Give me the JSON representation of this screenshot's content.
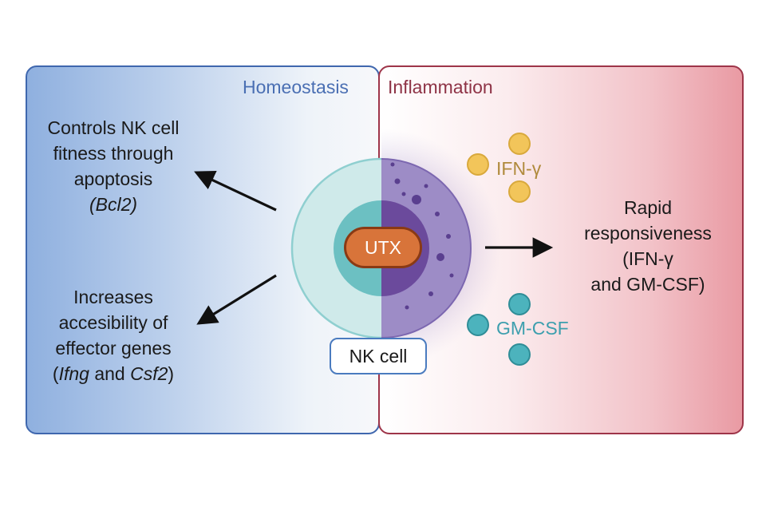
{
  "panels": {
    "homeostasis": "Homeostasis",
    "inflammation": "Inflammation"
  },
  "left_notes": {
    "controls": {
      "line1": "Controls NK cell",
      "line2": "fitness through",
      "line3": "apoptosis",
      "line4": "(Bcl2)"
    },
    "increases": {
      "line1": "Increases",
      "line2": "accesibility of",
      "line3": "effector genes",
      "line4_gene1": "Ifng",
      "line4_and": " and ",
      "line4_gene2": "Csf2"
    }
  },
  "right_note": {
    "line1": "Rapid",
    "line2": "responsiveness",
    "line3": "(IFN-γ",
    "line4": "and GM-CSF)"
  },
  "cell": {
    "label": "NK cell",
    "nucleus_protein": "UTX"
  },
  "cytokines": {
    "ifn": "IFN-γ",
    "gmcsf": "GM-CSF"
  },
  "colors": {
    "homeostasis_blue": "#3f67ae",
    "inflammation_red": "#9e3549",
    "ifn_yellow": "#f2c55a",
    "gmcsf_teal": "#4cb3bd",
    "utx_orange": "#d8743a"
  }
}
